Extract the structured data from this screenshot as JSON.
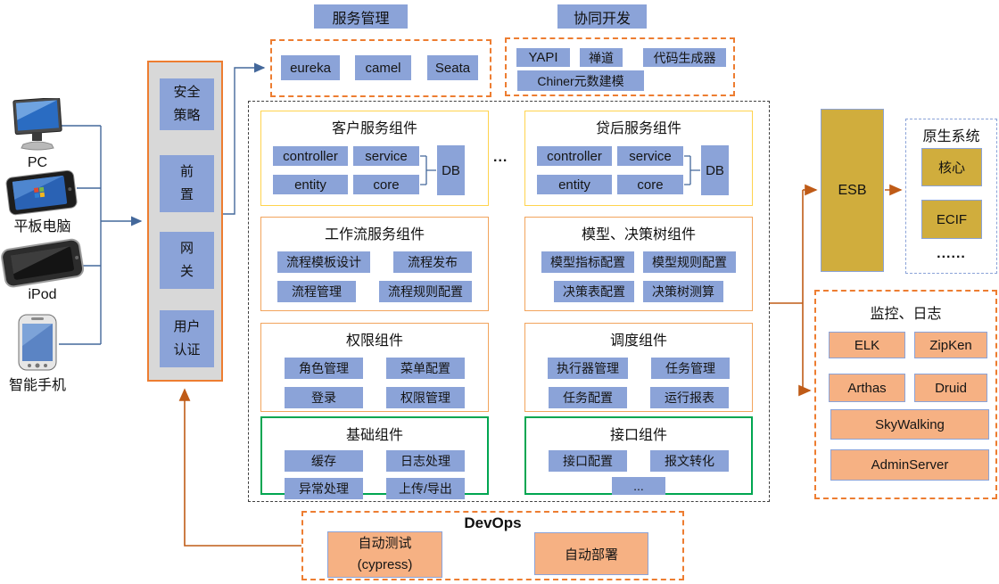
{
  "colors": {
    "chip_blue": "#8ba3d8",
    "chip_salmon": "#f6b183",
    "gold": "#d0ad3d",
    "orange_border": "#ed7d31",
    "soft_orange": "#f2a45c",
    "yellow_border": "#ffd34d",
    "green_border": "#00a651",
    "dark_dash": "#404040",
    "blue_line": "#44689b",
    "orange_line": "#bf5b17",
    "gray_fill": "#d8d8d8"
  },
  "devices": [
    {
      "label": "PC",
      "icon": "desktop-monitor-icon"
    },
    {
      "label": "平板电脑",
      "icon": "tablet-icon"
    },
    {
      "label": "iPod",
      "icon": "ipod-icon"
    },
    {
      "label": "智能手机",
      "icon": "smartphone-icon"
    }
  ],
  "gateway": {
    "items": [
      {
        "lines": [
          "安全",
          "策略"
        ]
      },
      {
        "lines": [
          "前",
          "置"
        ]
      },
      {
        "lines": [
          "网",
          "关"
        ]
      },
      {
        "lines": [
          "用户",
          "认证"
        ]
      }
    ]
  },
  "service_management": {
    "title": "服务管理",
    "items": [
      "eureka",
      "camel",
      "Seata"
    ]
  },
  "collaborative_dev": {
    "title": "协同开发",
    "row1": [
      "YAPI",
      "禅道",
      "代码生成器"
    ],
    "row2": [
      "Chiner元数建模"
    ]
  },
  "middle_ellipsis": "...",
  "service_components": [
    {
      "title": "客户服务组件",
      "items": [
        "controller",
        "service",
        "entity",
        "core"
      ],
      "db": "DB"
    },
    {
      "title": "贷后服务组件",
      "items": [
        "controller",
        "service",
        "entity",
        "core"
      ],
      "db": "DB"
    }
  ],
  "workflow": {
    "title": "工作流服务组件",
    "rows": [
      [
        "流程模板设计",
        "流程发布"
      ],
      [
        "流程管理",
        "流程规则配置"
      ]
    ]
  },
  "model": {
    "title": "模型、决策树组件",
    "rows": [
      [
        "模型指标配置",
        "模型规则配置"
      ],
      [
        "决策表配置",
        "决策树测算"
      ]
    ]
  },
  "permission": {
    "title": "权限组件",
    "rows": [
      [
        "角色管理",
        "菜单配置"
      ],
      [
        "登录",
        "权限管理"
      ]
    ]
  },
  "scheduler": {
    "title": "调度组件",
    "rows": [
      [
        "执行器管理",
        "任务管理"
      ],
      [
        "任务配置",
        "运行报表"
      ]
    ]
  },
  "foundation": {
    "title": "基础组件",
    "rows": [
      [
        "缓存",
        "日志处理"
      ],
      [
        "异常处理",
        "上传/导出"
      ]
    ]
  },
  "interface": {
    "title": "接口组件",
    "rows": [
      [
        "接口配置",
        "报文转化"
      ]
    ],
    "more": "..."
  },
  "esb": {
    "label": "ESB"
  },
  "native_system": {
    "title": "原生系统",
    "items": [
      "核心",
      "ECIF"
    ],
    "more": "......"
  },
  "monitoring": {
    "title": "监控、日志",
    "items": [
      "ELK",
      "ZipKen",
      "Arthas",
      "Druid",
      "SkyWalking",
      "AdminServer"
    ]
  },
  "devops": {
    "title": "DevOps",
    "test": {
      "lines": [
        "自动测试",
        "(cypress)"
      ]
    },
    "deploy": "自动部署"
  }
}
